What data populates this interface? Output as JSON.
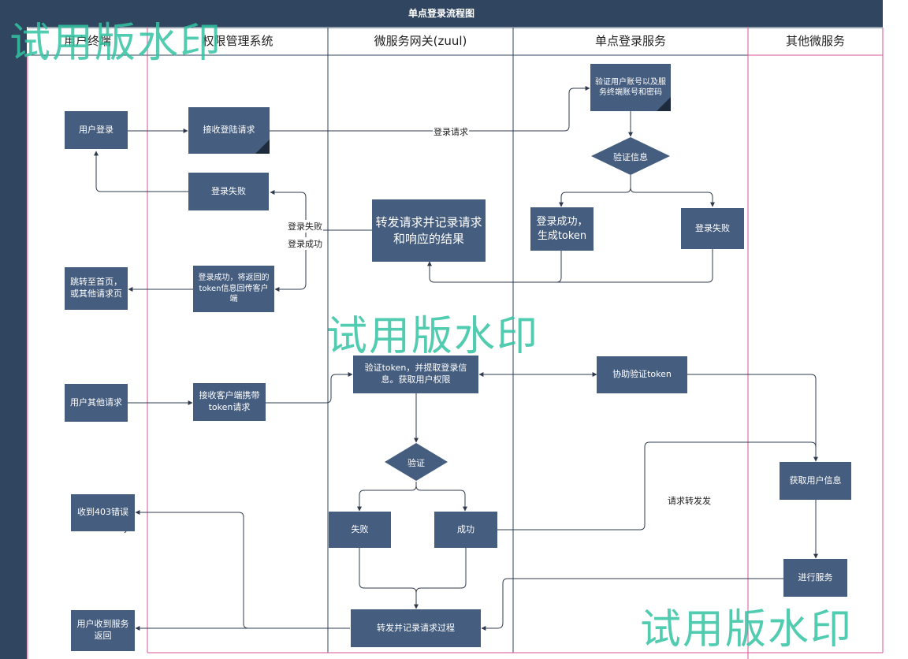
{
  "title": "单点登录流程图",
  "lanes": [
    "用户终端",
    "权限管理系统",
    "微服务网关(zuul)",
    "单点登录服务",
    "其他微服务"
  ],
  "nodes": {
    "user_login": "用户登录",
    "receive_login": "接收登陆请求",
    "login_fail_perm": "登录失败",
    "login_success_return": "登录成功，将返回的token信息回传客户端",
    "jump_home": "跳转至首页，或其他请求页",
    "user_other_request": "用户其他请求",
    "receive_token_request": "接收客户端携带token请求",
    "receive_403": "收到403错误",
    "user_receive_service": "用户收到服务返回",
    "forward_record_result": "转发请求并记录请求和响应的结果",
    "verify_token_extract": "验证token，并提取登录信息。获取用户权限",
    "verify": "验证",
    "fail": "失败",
    "success": "成功",
    "forward_record_process": "转发并记录请求过程",
    "verify_account": "验证用户账号以及服务终端账号和密码",
    "verify_info": "验证信息",
    "login_success_token": "登录成功，生成token",
    "login_fail_sso": "登录失败",
    "assist_verify_token": "协助验证token",
    "get_user_info": "获取用户信息",
    "do_service": "进行服务"
  },
  "edge_labels": {
    "login_request": "登录请求",
    "login_fail": "登录失败",
    "login_success": "登录成功",
    "request_forward": "请求转发发"
  },
  "watermarks": [
    "试用版水印",
    "试用版水印",
    "试用版水印"
  ]
}
